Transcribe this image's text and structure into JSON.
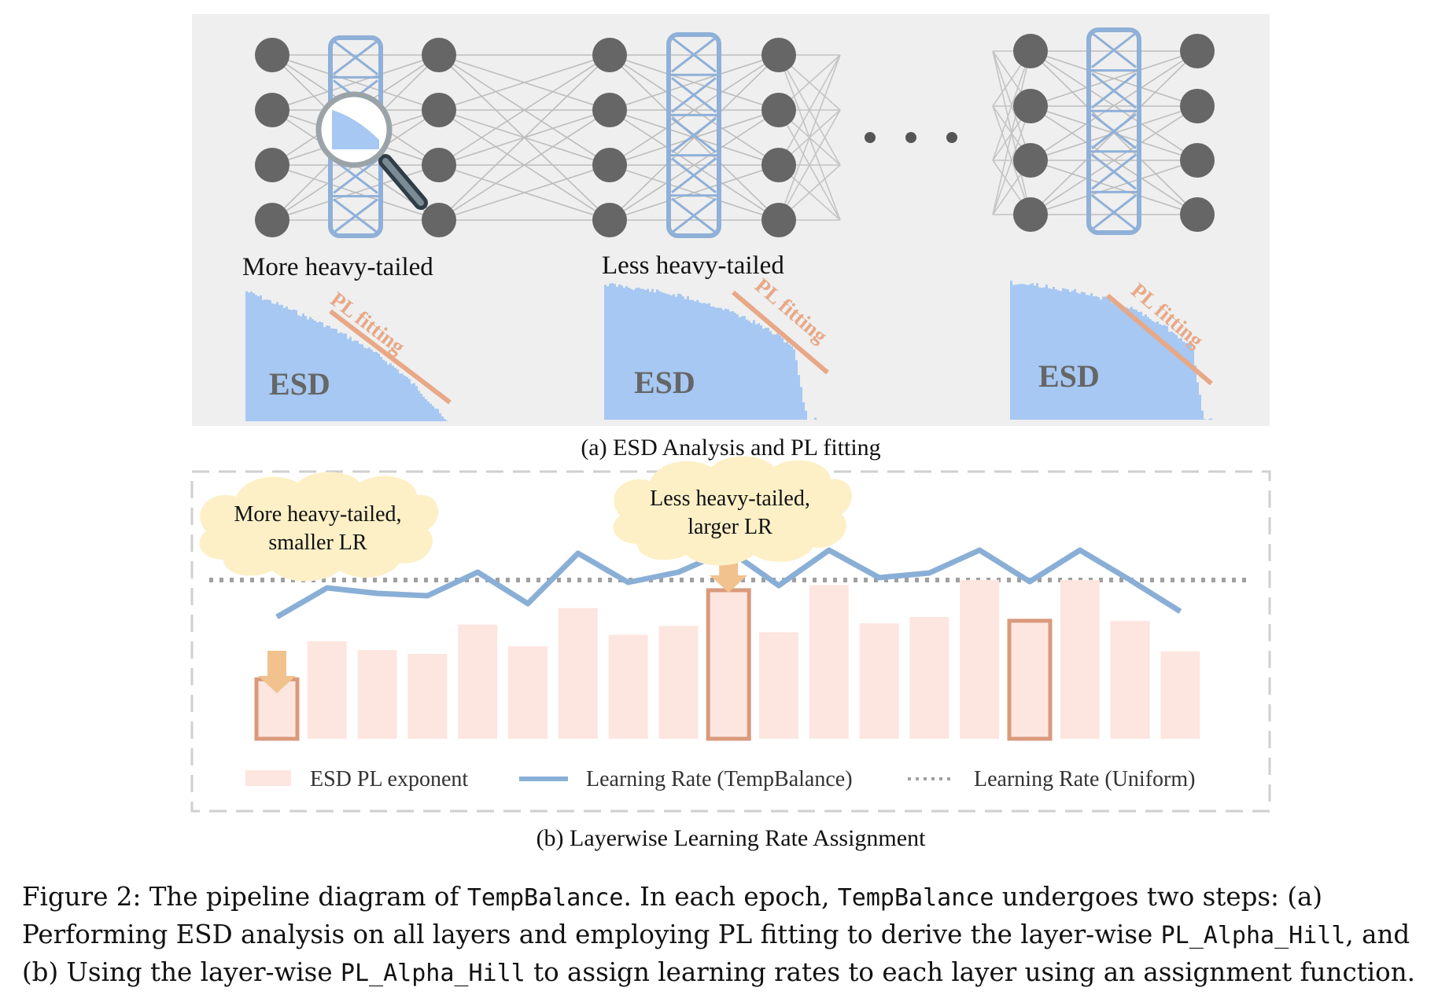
{
  "panel_a": {
    "label_more_heavy": "More heavy-tailed",
    "label_less_heavy": "Less heavy-tailed",
    "esd_label": "ESD",
    "pl_fitting_label": "PL fitting",
    "caption": "(a) ESD Analysis and PL fitting"
  },
  "panel_b": {
    "bubble_left_line1": "More heavy-tailed,",
    "bubble_left_line2": "smaller LR",
    "bubble_right_line1": "Less heavy-tailed,",
    "bubble_right_line2": "larger LR",
    "caption": "(b) Layerwise Learning Rate Assignment"
  },
  "chart_data": {
    "type": "bar",
    "legend": [
      "ESD PL exponent",
      "Learning Rate (TempBalance)",
      "Learning Rate (Uniform)"
    ],
    "series": [
      {
        "name": "ESD PL exponent",
        "values": [
          0.22,
          0.52,
          0.45,
          0.42,
          0.65,
          0.48,
          0.78,
          0.57,
          0.64,
          0.92,
          0.59,
          0.96,
          0.66,
          0.71,
          1.0,
          0.68,
          1.0,
          0.68,
          0.44
        ]
      },
      {
        "name": "Learning Rate (TempBalance)",
        "values": [
          0.15,
          0.52,
          0.45,
          0.42,
          0.72,
          0.32,
          0.96,
          0.59,
          0.72,
          1.0,
          0.55,
          1.0,
          0.65,
          0.71,
          1.0,
          0.6,
          1.0,
          0.62,
          0.22
        ]
      },
      {
        "name": "Learning Rate (Uniform)",
        "values": [
          0.62
        ]
      }
    ],
    "highlighted_bars": [
      0,
      9,
      15
    ]
  },
  "caption": {
    "line1_a": "Figure 2:  The pipeline diagram of ",
    "line1_code1": "TempBalance",
    "line1_b": ".  In each epoch, ",
    "line1_code2": "TempBalance",
    "line1_c": " undergoes two steps:  (a)",
    "line2_a": "Performing ESD analysis on all layers and employing PL fitting to derive the layer-wise ",
    "line2_code": "PL_Alpha_Hill",
    "line2_b": ", and",
    "line3_a": "(b) Using the layer-wise ",
    "line3_code": "PL_Alpha_Hill",
    "line3_b": " to assign learning rates to each layer using an assignment function."
  },
  "colors": {
    "panel_bg": "#efefef",
    "node": "#666666",
    "weight_box": "#8fb0d8",
    "esd_fill": "#a6c8f2",
    "pl_line": "#e8a887",
    "bar_fill": "#fde6df",
    "bar_highlight": "#d99a7c",
    "lr_line": "#8aafd6",
    "uniform_line": "#a0a0a0",
    "arrow": "#f1c28e",
    "bubble": "#fdf0c7"
  }
}
